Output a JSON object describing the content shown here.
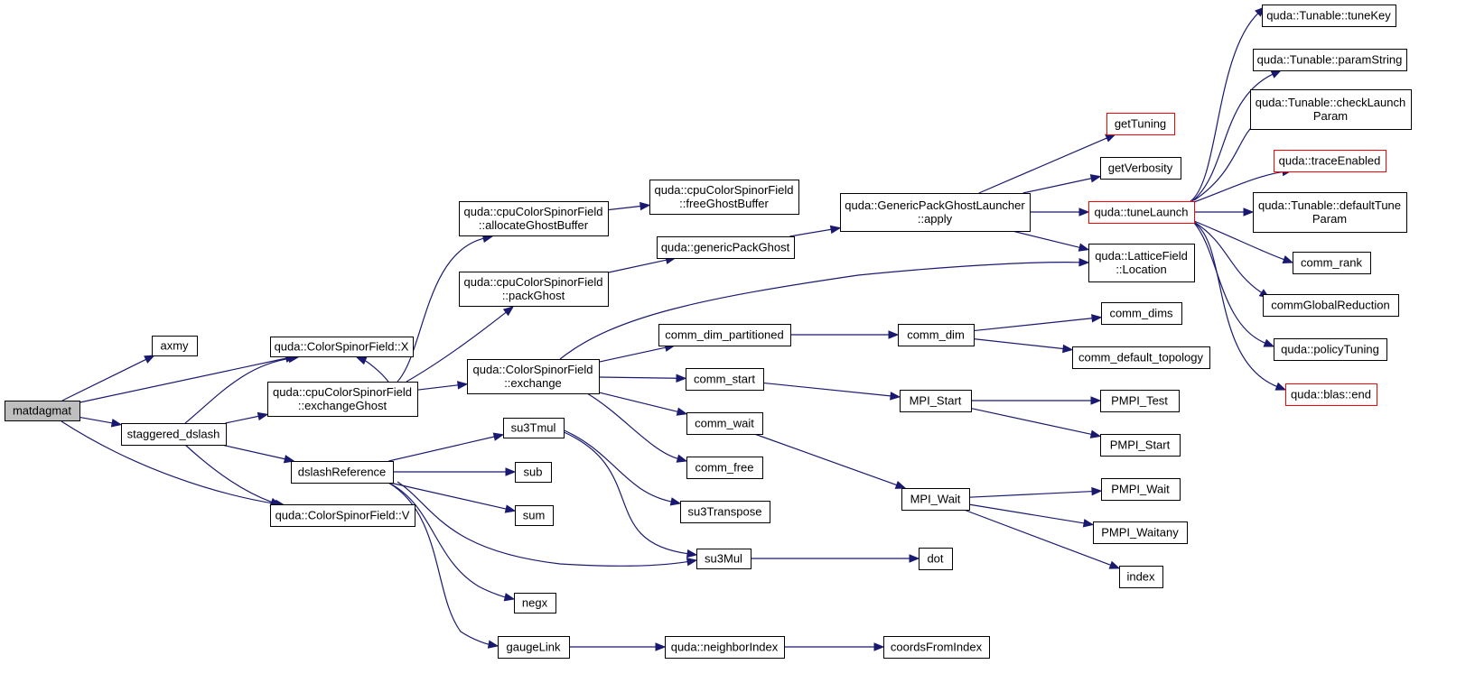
{
  "graph": {
    "colors": {
      "edge": "#191970",
      "node_border": "#000000",
      "highlight_border": "#ff0000",
      "root_fill": "#bfbfbf"
    },
    "nodes": [
      {
        "id": "matdagmat",
        "lines": [
          "matdagmat"
        ],
        "style": "root"
      },
      {
        "id": "axmy",
        "lines": [
          "axmy"
        ]
      },
      {
        "id": "csf_X",
        "lines": [
          "quda::ColorSpinorField::X"
        ]
      },
      {
        "id": "staggered_dslash",
        "lines": [
          "staggered_dslash"
        ]
      },
      {
        "id": "csf_V",
        "lines": [
          "quda::ColorSpinorField::V"
        ]
      },
      {
        "id": "cpu_exchangeGhost",
        "lines": [
          "quda::cpuColorSpinorField",
          "::exchangeGhost"
        ]
      },
      {
        "id": "dslashReference",
        "lines": [
          "dslashReference"
        ]
      },
      {
        "id": "cpu_allocateGhostBuffer",
        "lines": [
          "quda::cpuColorSpinorField",
          "::allocateGhostBuffer"
        ]
      },
      {
        "id": "cpu_packGhost",
        "lines": [
          "quda::cpuColorSpinorField",
          "::packGhost"
        ]
      },
      {
        "id": "csf_exchange",
        "lines": [
          "quda::ColorSpinorField",
          "::exchange"
        ]
      },
      {
        "id": "su3Tmul",
        "lines": [
          "su3Tmul"
        ]
      },
      {
        "id": "sub",
        "lines": [
          "sub"
        ]
      },
      {
        "id": "sum",
        "lines": [
          "sum"
        ]
      },
      {
        "id": "su3Mul",
        "lines": [
          "su3Mul"
        ]
      },
      {
        "id": "negx",
        "lines": [
          "negx"
        ]
      },
      {
        "id": "gaugeLink",
        "lines": [
          "gaugeLink"
        ]
      },
      {
        "id": "cpu_freeGhostBuffer",
        "lines": [
          "quda::cpuColorSpinorField",
          "::freeGhostBuffer"
        ]
      },
      {
        "id": "genericPackGhost",
        "lines": [
          "quda::genericPackGhost"
        ]
      },
      {
        "id": "comm_dim_partitioned",
        "lines": [
          "comm_dim_partitioned"
        ]
      },
      {
        "id": "comm_start",
        "lines": [
          "comm_start"
        ]
      },
      {
        "id": "comm_wait",
        "lines": [
          "comm_wait"
        ]
      },
      {
        "id": "comm_free",
        "lines": [
          "comm_free"
        ]
      },
      {
        "id": "su3Transpose",
        "lines": [
          "su3Transpose"
        ]
      },
      {
        "id": "neighborIndex",
        "lines": [
          "quda::neighborIndex"
        ]
      },
      {
        "id": "gpgl_apply",
        "lines": [
          "quda::GenericPackGhostLauncher",
          "::apply"
        ]
      },
      {
        "id": "comm_dim",
        "lines": [
          "comm_dim"
        ]
      },
      {
        "id": "MPI_Start",
        "lines": [
          "MPI_Start"
        ]
      },
      {
        "id": "MPI_Wait",
        "lines": [
          "MPI_Wait"
        ]
      },
      {
        "id": "dot",
        "lines": [
          "dot"
        ]
      },
      {
        "id": "coordsFromIndex",
        "lines": [
          "coordsFromIndex"
        ]
      },
      {
        "id": "getTuning",
        "lines": [
          "getTuning"
        ],
        "style": "red"
      },
      {
        "id": "getVerbosity",
        "lines": [
          "getVerbosity"
        ]
      },
      {
        "id": "tuneLaunch",
        "lines": [
          "quda::tuneLaunch"
        ],
        "style": "red"
      },
      {
        "id": "lf_Location",
        "lines": [
          "quda::LatticeField",
          "::Location"
        ]
      },
      {
        "id": "comm_dims",
        "lines": [
          "comm_dims"
        ]
      },
      {
        "id": "comm_default_topology",
        "lines": [
          "comm_default_topology"
        ]
      },
      {
        "id": "PMPI_Test",
        "lines": [
          "PMPI_Test"
        ]
      },
      {
        "id": "PMPI_Start",
        "lines": [
          "PMPI_Start"
        ]
      },
      {
        "id": "PMPI_Wait",
        "lines": [
          "PMPI_Wait"
        ]
      },
      {
        "id": "PMPI_Waitany",
        "lines": [
          "PMPI_Waitany"
        ]
      },
      {
        "id": "index",
        "lines": [
          "index"
        ]
      },
      {
        "id": "tuneKey",
        "lines": [
          "quda::Tunable::tuneKey"
        ]
      },
      {
        "id": "paramString",
        "lines": [
          "quda::Tunable::paramString"
        ]
      },
      {
        "id": "checkLaunchParam",
        "lines": [
          "quda::Tunable::checkLaunch",
          "Param"
        ]
      },
      {
        "id": "traceEnabled",
        "lines": [
          "quda::traceEnabled"
        ],
        "style": "red"
      },
      {
        "id": "defaultTuneParam",
        "lines": [
          "quda::Tunable::defaultTune",
          "Param"
        ]
      },
      {
        "id": "comm_rank",
        "lines": [
          "comm_rank"
        ]
      },
      {
        "id": "commGlobalReduction",
        "lines": [
          "commGlobalReduction"
        ]
      },
      {
        "id": "policyTuning",
        "lines": [
          "quda::policyTuning"
        ]
      },
      {
        "id": "blas_end",
        "lines": [
          "quda::blas::end"
        ],
        "style": "red"
      }
    ],
    "edges": [
      [
        "matdagmat",
        "axmy"
      ],
      [
        "matdagmat",
        "csf_X"
      ],
      [
        "matdagmat",
        "staggered_dslash"
      ],
      [
        "matdagmat",
        "csf_V"
      ],
      [
        "staggered_dslash",
        "csf_X"
      ],
      [
        "staggered_dslash",
        "cpu_exchangeGhost"
      ],
      [
        "staggered_dslash",
        "dslashReference"
      ],
      [
        "staggered_dslash",
        "csf_V"
      ],
      [
        "cpu_exchangeGhost",
        "cpu_allocateGhostBuffer"
      ],
      [
        "cpu_exchangeGhost",
        "cpu_packGhost"
      ],
      [
        "cpu_exchangeGhost",
        "csf_exchange"
      ],
      [
        "cpu_exchangeGhost",
        "csf_X"
      ],
      [
        "dslashReference",
        "su3Tmul"
      ],
      [
        "dslashReference",
        "sub"
      ],
      [
        "dslashReference",
        "sum"
      ],
      [
        "dslashReference",
        "su3Mul"
      ],
      [
        "dslashReference",
        "negx"
      ],
      [
        "dslashReference",
        "gaugeLink"
      ],
      [
        "cpu_allocateGhostBuffer",
        "cpu_freeGhostBuffer"
      ],
      [
        "cpu_packGhost",
        "genericPackGhost"
      ],
      [
        "genericPackGhost",
        "gpgl_apply"
      ],
      [
        "csf_exchange",
        "lf_Location"
      ],
      [
        "csf_exchange",
        "comm_dim_partitioned"
      ],
      [
        "csf_exchange",
        "comm_start"
      ],
      [
        "csf_exchange",
        "comm_wait"
      ],
      [
        "csf_exchange",
        "comm_free"
      ],
      [
        "su3Tmul",
        "su3Transpose"
      ],
      [
        "su3Tmul",
        "su3Mul"
      ],
      [
        "su3Mul",
        "dot"
      ],
      [
        "gaugeLink",
        "neighborIndex"
      ],
      [
        "neighborIndex",
        "coordsFromIndex"
      ],
      [
        "comm_dim_partitioned",
        "comm_dim"
      ],
      [
        "comm_dim",
        "comm_dims"
      ],
      [
        "comm_dim",
        "comm_default_topology"
      ],
      [
        "comm_start",
        "MPI_Start"
      ],
      [
        "comm_wait",
        "MPI_Wait"
      ],
      [
        "MPI_Start",
        "PMPI_Test"
      ],
      [
        "MPI_Start",
        "PMPI_Start"
      ],
      [
        "MPI_Wait",
        "PMPI_Wait"
      ],
      [
        "MPI_Wait",
        "PMPI_Waitany"
      ],
      [
        "MPI_Wait",
        "index"
      ],
      [
        "gpgl_apply",
        "getTuning"
      ],
      [
        "gpgl_apply",
        "getVerbosity"
      ],
      [
        "gpgl_apply",
        "tuneLaunch"
      ],
      [
        "gpgl_apply",
        "lf_Location"
      ],
      [
        "tuneLaunch",
        "tuneKey"
      ],
      [
        "tuneLaunch",
        "paramString"
      ],
      [
        "tuneLaunch",
        "checkLaunchParam"
      ],
      [
        "tuneLaunch",
        "traceEnabled"
      ],
      [
        "tuneLaunch",
        "defaultTuneParam"
      ],
      [
        "tuneLaunch",
        "comm_rank"
      ],
      [
        "tuneLaunch",
        "commGlobalReduction"
      ],
      [
        "tuneLaunch",
        "policyTuning"
      ],
      [
        "tuneLaunch",
        "blas_end"
      ]
    ]
  }
}
